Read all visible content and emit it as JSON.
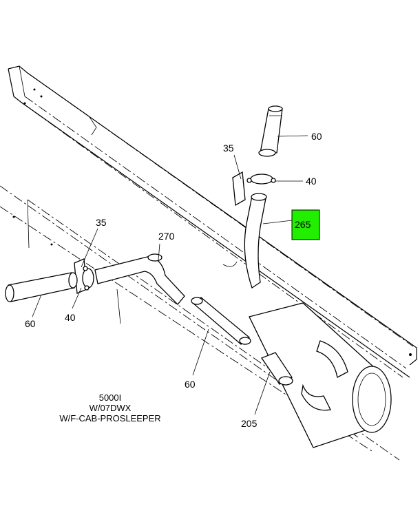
{
  "callouts": [
    {
      "id": "60-top",
      "text": "60"
    },
    {
      "id": "35-top",
      "text": "35"
    },
    {
      "id": "40-right",
      "text": "40"
    },
    {
      "id": "265",
      "text": "265",
      "highlighted": true
    },
    {
      "id": "35-left",
      "text": "35"
    },
    {
      "id": "270",
      "text": "270"
    },
    {
      "id": "60-left",
      "text": "60"
    },
    {
      "id": "40-left",
      "text": "40"
    },
    {
      "id": "60-bottom",
      "text": "60"
    },
    {
      "id": "205",
      "text": "205"
    }
  ],
  "note": {
    "line1": "5000I",
    "line2": "W/07DWX",
    "line3": "W/F-CAB-PROSLEEPER"
  },
  "highlight_color": "#22ee00"
}
